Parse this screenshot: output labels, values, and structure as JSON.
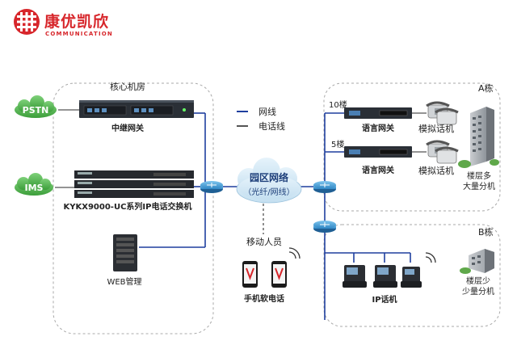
{
  "brand": {
    "name_cn": "康优凯欣",
    "name_en": "COMMUNICATION",
    "color": "#d7262b"
  },
  "legend": {
    "network_line": "网线",
    "phone_line": "电话线",
    "network_color": "#1f3f9e",
    "phone_color": "#555555"
  },
  "core": {
    "title": "核心机房",
    "pstn": "PSTN",
    "ims": "IMS",
    "trunk_gateway": "中继网关",
    "ip_pbx": "KYKX9000-UC系列IP电话交换机",
    "web_mgmt": "WEB管理"
  },
  "campus": {
    "title": "园区网络",
    "subtitle": "（光纤/网线）"
  },
  "mobile": {
    "title": "移动人员",
    "softphone": "手机软电话"
  },
  "building_a": {
    "title": "A栋",
    "floor_10": "10楼",
    "floor_5": "5楼",
    "voice_gateway_1": "语言网关",
    "voice_gateway_2": "语言网关",
    "analog_phone_1": "模拟话机",
    "analog_phone_2": "模拟话机",
    "note": [
      "楼层多",
      "大量分机"
    ]
  },
  "building_b": {
    "title": "B栋",
    "ip_phones": "IP话机",
    "note": [
      "楼层少",
      "少量分机"
    ]
  }
}
